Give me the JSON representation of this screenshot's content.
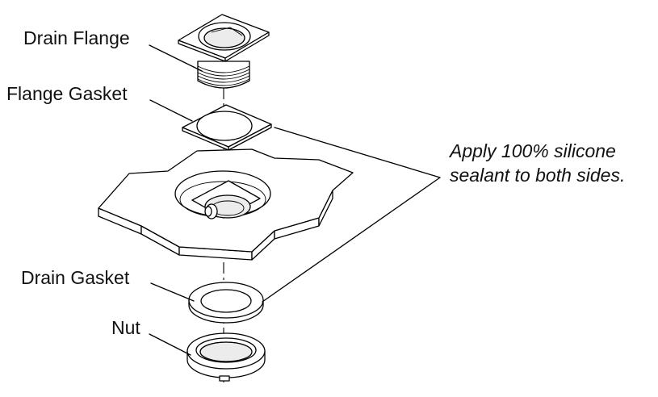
{
  "labels": {
    "drain_flange": "Drain Flange",
    "flange_gasket": "Flange Gasket",
    "drain_gasket": "Drain Gasket",
    "nut": "Nut"
  },
  "note": {
    "line1": "Apply 100% silicone",
    "line2": "sealant to both sides."
  }
}
